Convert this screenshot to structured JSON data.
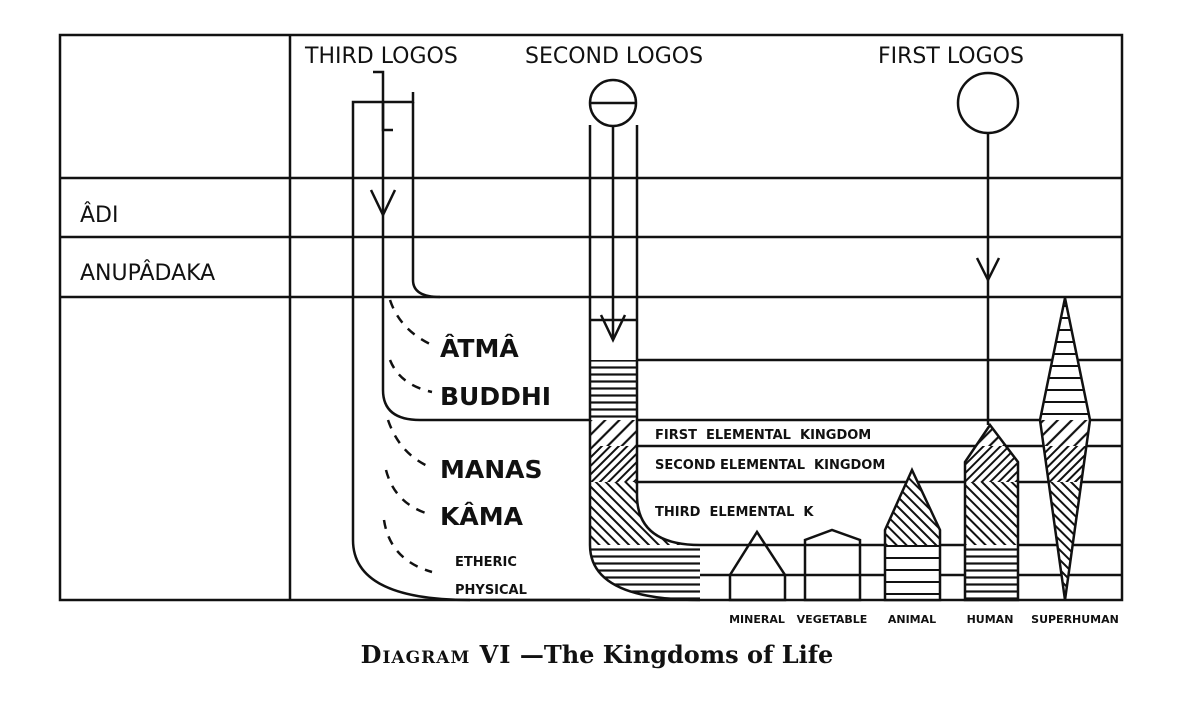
{
  "logos": {
    "third": "THIRD LOGOS",
    "second": "SECOND LOGOS",
    "first": "FIRST LOGOS"
  },
  "planes": {
    "adi": "ÂDI",
    "anupadaka": "ANUPÂDAKA",
    "atma": "ÂTMÂ",
    "buddhi": "BUDDHI",
    "manas": "MANAS",
    "kama": "KÂMA",
    "etheric": "ETHERIC",
    "physical": "PHYSICAL"
  },
  "elemental": {
    "first": "FIRST  ELEMENTAL  KINGDOM",
    "second": "SECOND ELEMENTAL  KINGDOM",
    "third": "THIRD  ELEMENTAL  K"
  },
  "kingdoms": [
    "MINERAL",
    "VEGETABLE",
    "ANIMAL",
    "HUMAN",
    "SUPERHUMAN"
  ],
  "caption": {
    "prefix": "Diagram VI",
    "title": " —The Kingdoms of Life"
  }
}
